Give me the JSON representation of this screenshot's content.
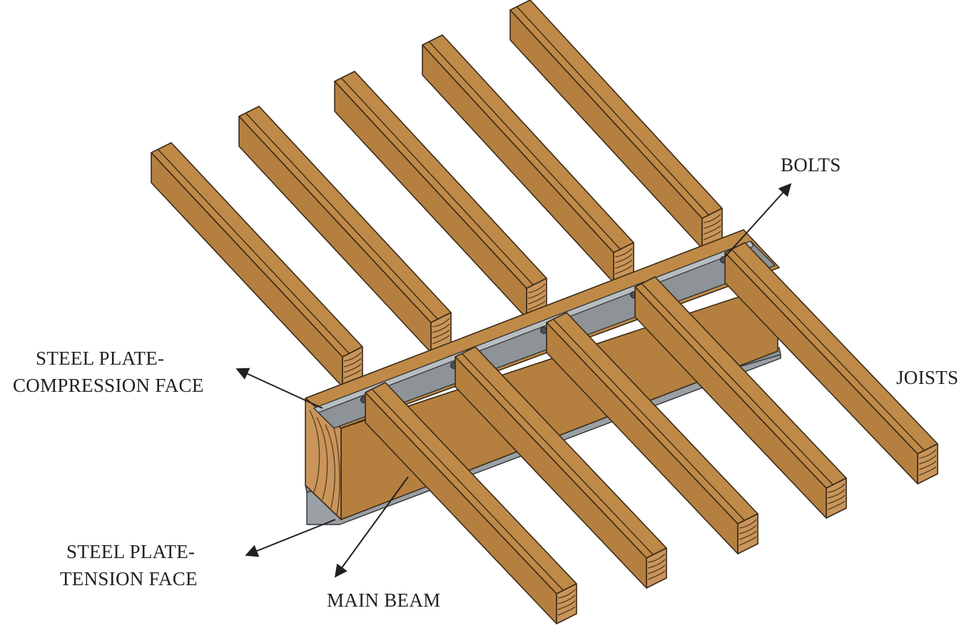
{
  "labels": {
    "bolts": "BOLTS",
    "plate_compression_line1": "STEEL PLATE-",
    "plate_compression_line2": "COMPRESSION FACE",
    "joists": "JOISTS",
    "plate_tension_line1": "STEEL PLATE-",
    "plate_tension_line2": "TENSION FACE",
    "main_beam": "MAIN BEAM"
  },
  "colors": {
    "timber": "#bf8a48",
    "timber_end": "#c9955a",
    "steel_plate": "#8d9397",
    "outline": "#3a2a18",
    "text": "#231f20"
  }
}
